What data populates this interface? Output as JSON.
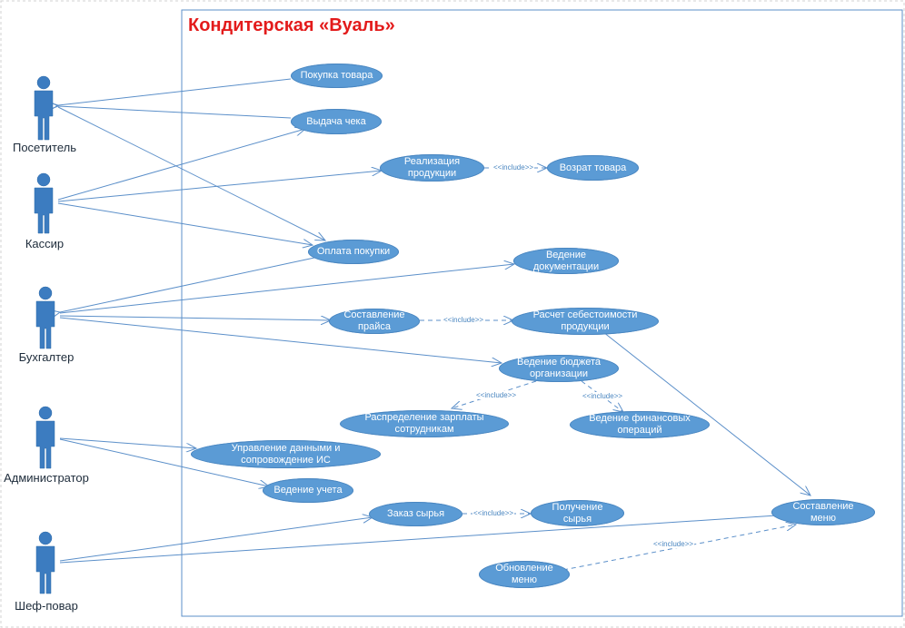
{
  "system_title": "Кондитерская «Вуаль»",
  "actors": {
    "visitor": "Посетитель",
    "cashier": "Кассир",
    "accountant": "Бухгалтер",
    "admin": "Администратор",
    "chef": "Шеф-повар"
  },
  "use_cases": {
    "purchase": "Покупка товара",
    "receipt": "Выдача чека",
    "sales": "Реализация\nпродукции",
    "returns": "Возрат товара",
    "payment": "Оплата покупки",
    "docs": "Ведение\nдокументации",
    "pricelist": "Составление\nпрайса",
    "costcalc": "Расчет себестоимости\nпродукции",
    "budget": "Ведение бюджета\nорганизации",
    "salary": "Распределение зарплаты\nсотрудникам",
    "finops": "Ведение финансовых\nопераций",
    "datamgmt": "Управление данными и\nсопровождение ИС",
    "accounting": "Ведение учета",
    "order": "Заказ сырья",
    "receive": "Получение\nсырья",
    "menu": "Составление\nменю",
    "menuupdate": "Обновление\nменю"
  },
  "include_label": "<<include>>",
  "colors": {
    "actor": "#3c7cc0",
    "use_case": "#5b9bd5",
    "line": "#5b8fc9",
    "title": "#e31b1b"
  }
}
